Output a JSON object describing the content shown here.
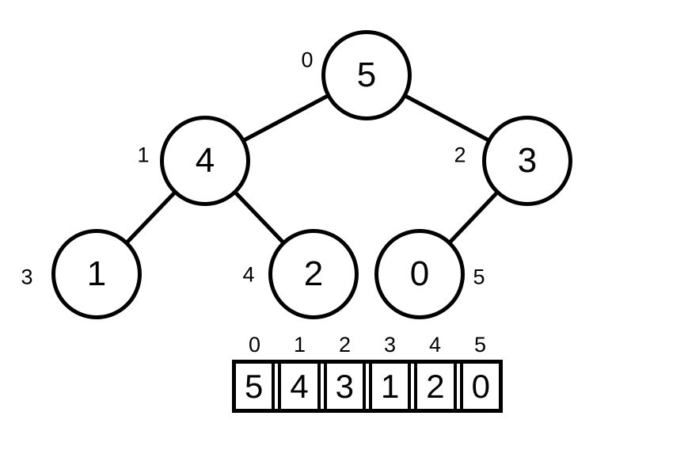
{
  "colors": {
    "stroke": "#000000",
    "background": "#ffffff"
  },
  "tree": {
    "nodes": [
      {
        "index_label": "0",
        "value": "5"
      },
      {
        "index_label": "1",
        "value": "4"
      },
      {
        "index_label": "2",
        "value": "3"
      },
      {
        "index_label": "3",
        "value": "1"
      },
      {
        "index_label": "4",
        "value": "2"
      },
      {
        "index_label": "5",
        "value": "0"
      }
    ],
    "edges": [
      {
        "from": "0",
        "to": "1"
      },
      {
        "from": "0",
        "to": "2"
      },
      {
        "from": "1",
        "to": "3"
      },
      {
        "from": "1",
        "to": "4"
      },
      {
        "from": "2",
        "to": "5"
      }
    ]
  },
  "array": {
    "indices": [
      "0",
      "1",
      "2",
      "3",
      "4",
      "5"
    ],
    "values": [
      "5",
      "4",
      "3",
      "1",
      "2",
      "0"
    ]
  }
}
